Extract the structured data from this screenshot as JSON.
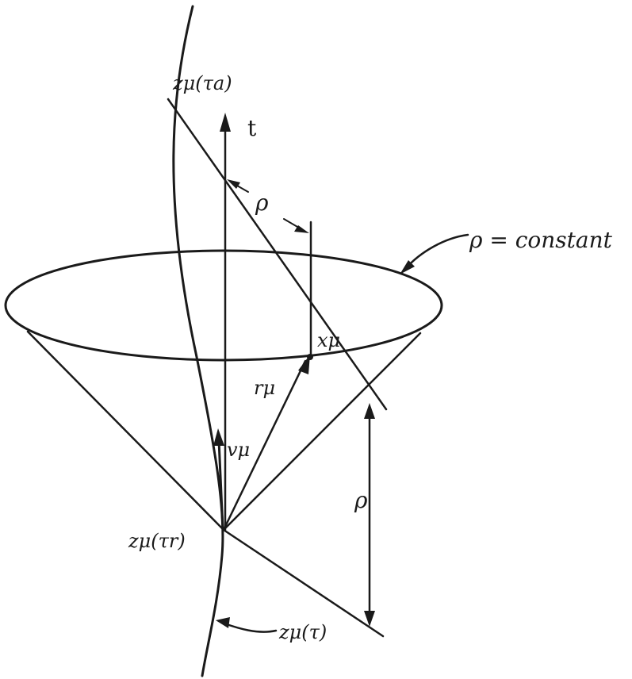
{
  "labels": {
    "worldline_advanced": "zμ(τa)",
    "time_axis": "t",
    "rho_top": "ρ",
    "rho_constant": "ρ = constant",
    "field_point": "xμ",
    "separation": "rμ",
    "velocity": "vμ",
    "worldline_retarded": "zμ(τr)",
    "rho_side": "ρ",
    "worldline": "zμ(τ)"
  }
}
